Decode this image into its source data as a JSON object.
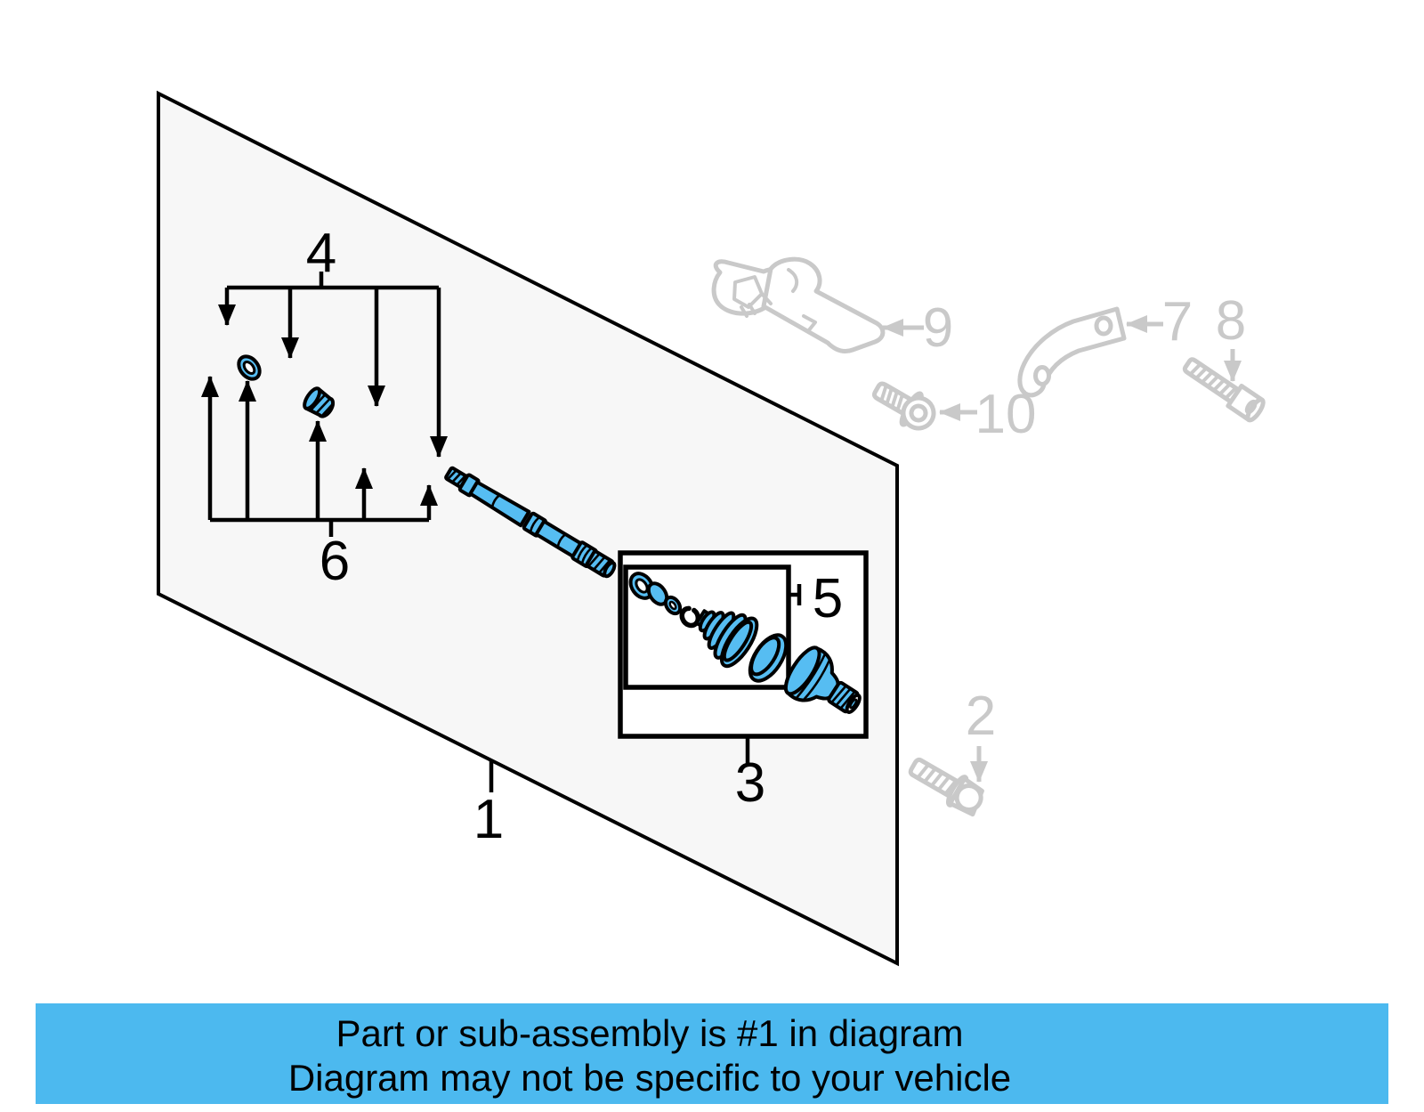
{
  "banner": {
    "line1": "Part or sub-assembly is #1 in diagram",
    "line2": "Diagram may not be specific to your vehicle"
  },
  "colors": {
    "highlight": "#56bdf2",
    "muted": "#c9c9c9",
    "banner_bg": "#4cb9ef",
    "panel_fill": "#f7f7f7"
  },
  "diagram": {
    "callouts": [
      {
        "number": "1",
        "label_color": "black"
      },
      {
        "number": "2",
        "label_color": "gray"
      },
      {
        "number": "3",
        "label_color": "black"
      },
      {
        "number": "4",
        "label_color": "black"
      },
      {
        "number": "5",
        "label_color": "black"
      },
      {
        "number": "6",
        "label_color": "black"
      },
      {
        "number": "7",
        "label_color": "gray"
      },
      {
        "number": "8",
        "label_color": "gray"
      },
      {
        "number": "9",
        "label_color": "gray"
      },
      {
        "number": "10",
        "label_color": "gray"
      }
    ]
  }
}
